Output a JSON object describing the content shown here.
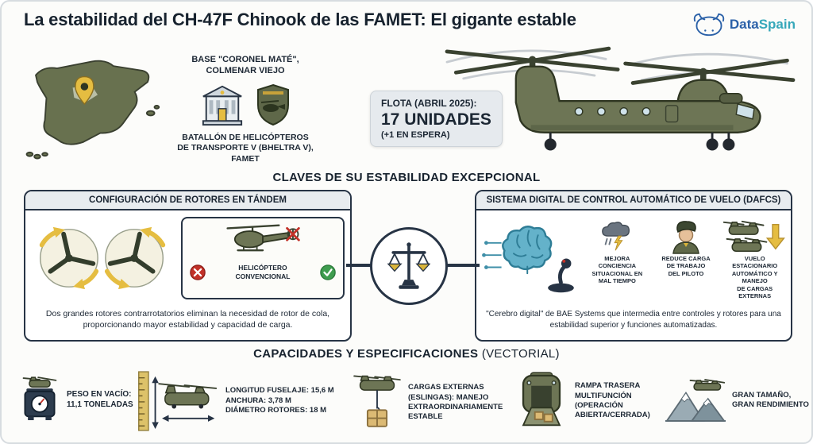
{
  "header": {
    "title": "La estabilidad del CH-47F Chinook de las FAMET: El gigante estable",
    "logo": {
      "data": "Data",
      "spain": "Spain"
    }
  },
  "top": {
    "base_title": "BASE \"CORONEL MATÉ\",\nCOLMENAR VIEJO",
    "battalion": "BATALLÓN DE HELICÓPTEROS\nDE TRANSPORTE V (BHELTRA V), FAMET",
    "fleet_label": "FLOTA (ABRIL 2025):",
    "fleet_count": "17 UNIDADES",
    "fleet_extra": "(+1 EN ESPERA)"
  },
  "stability": {
    "heading": "CLAVES DE SU ESTABILIDAD EXCEPCIONAL",
    "tandem": {
      "title": "CONFIGURACIÓN DE ROTORES EN TÁNDEM",
      "conventional_label": "HELICÓPTERO\nCONVENCIONAL",
      "description": "Dos grandes rotores contrarrotatorios eliminan la necesidad de rotor de cola, proporcionando mayor estabilidad y capacidad de carga."
    },
    "dafcs": {
      "title": "SISTEMA DIGITAL DE CONTROL AUTOMÁTICO DE VUELO (DAFCS)",
      "benefits": [
        {
          "label": "MEJORA\nCONCIENCIA\nSITUACIONAL EN\nMAL TIEMPO"
        },
        {
          "label": "REDUCE CARGA\nDE TRABAJO\nDEL PILOTO"
        },
        {
          "label": "VUELO ESTACIONARIO\nAUTOMÁTICO Y MANEJO\nDE CARGAS EXTERNAS"
        }
      ],
      "description": "\"Cerebro digital\" de BAE Systems que intermedia entre controles y rotores para una estabilidad superior y funciones automatizadas."
    }
  },
  "specs": {
    "heading_main": "CAPACIDADES Y ESPECIFICACIONES",
    "heading_suffix": "(VECTORIAL)",
    "items": [
      {
        "label": "PESO EN VACÍO:\n11,1 TONELADAS"
      },
      {
        "label": "LONGITUD FUSELAJE: 15,6 M\nANCHURA: 3,78 M\nDIÁMETRO ROTORES: 18 M"
      },
      {
        "label": "CARGAS EXTERNAS\n(ESLINGAS): MANEJO\nEXTRAORDINARIAMENTE\nESTABLE"
      },
      {
        "label": "RAMPA TRASERA\nMULTIFUNCIÓN\n(OPERACIÓN\nABIERTA/CERRADA)"
      },
      {
        "label": "GRAN TAMAÑO,\nGRAN RENDIMIENTO"
      }
    ]
  },
  "colors": {
    "navy": "#273445",
    "olive": "#6d7555",
    "accent_yellow": "#e5bd41",
    "panel": "#e8ecef",
    "teal_brain": "#64b2ca",
    "red": "#c23128",
    "green": "#3f9d4f",
    "logo_blue": "#2b61a8",
    "logo_teal": "#36a8ba"
  }
}
